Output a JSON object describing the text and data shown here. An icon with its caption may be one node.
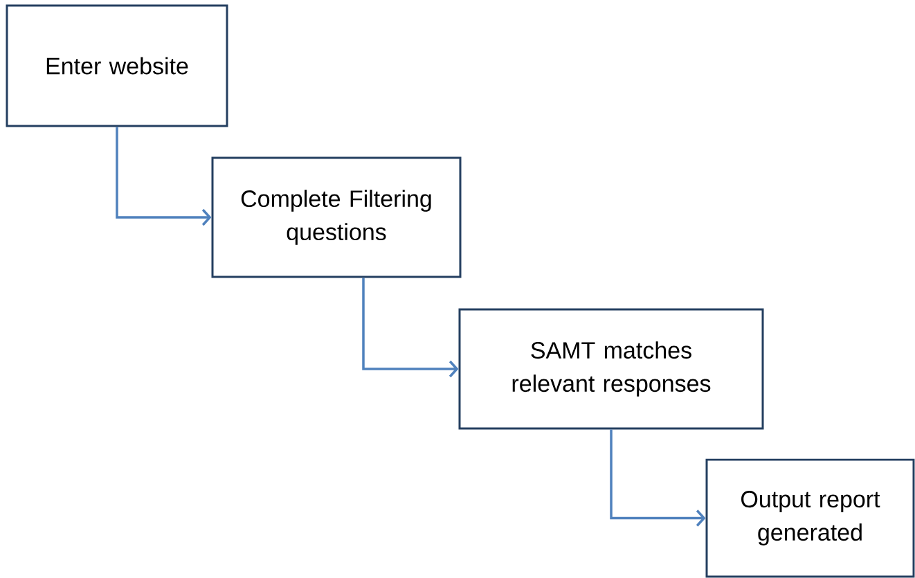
{
  "diagram": {
    "nodes": [
      {
        "text": [
          "Enter website"
        ]
      },
      {
        "text": [
          "Complete Filtering questions"
        ]
      },
      {
        "text": [
          "SAMT matches relevant responses"
        ]
      },
      {
        "text": [
          "Output report generated"
        ]
      }
    ],
    "edges": [
      {
        "from": 0,
        "to": 1,
        "arrow": "to"
      },
      {
        "from": 1,
        "to": 2,
        "arrow": "to"
      },
      {
        "from": 2,
        "to": 3,
        "arrow": "to"
      }
    ]
  }
}
